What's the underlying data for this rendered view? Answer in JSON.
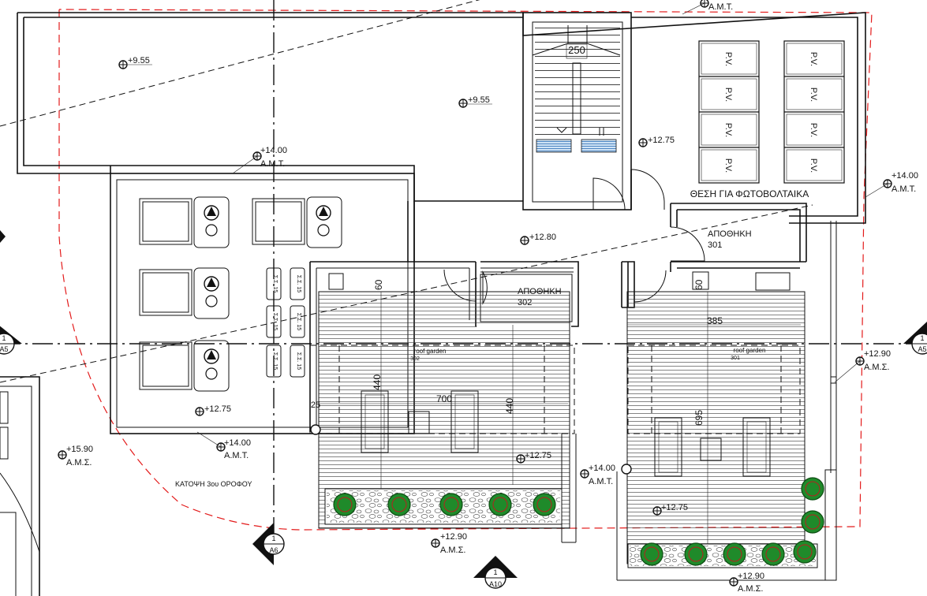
{
  "title": "ΚΑΤΟΨΗ 3ου ΟΡΟΦΟΥ",
  "levels": {
    "lvl_955": "+9.55",
    "lvl_1400": "+14.00",
    "lvl_1275": "+12.75",
    "lvl_1280": "+12.80",
    "lvl_1290": "+12.90",
    "lvl_1590": "+15.90",
    "amt": "Α.Μ.Τ.",
    "ams": "Α.Μ.Σ."
  },
  "rooms": {
    "storage": "ΑΠΟΘΗΚΗ",
    "storage_301": "301",
    "storage_302": "302",
    "roof_garden": "roof garden",
    "rg_302": "302",
    "rg_301": "301",
    "pv_area": "ΘΕΣΗ ΓΙΑ ΦΩΤΟΒΟΛΤΑΙΚΑ",
    "pv_label": "P.V.",
    "solar_heater": "Σ.Σ. 15"
  },
  "dimensions": {
    "stair": "250",
    "d60": "60",
    "d440": "440",
    "d700": "700",
    "d25": "25",
    "d385": "385",
    "d695": "695"
  },
  "section_marks": {
    "num": "1",
    "a5": "A5",
    "a6": "A6",
    "a10": "A10"
  }
}
